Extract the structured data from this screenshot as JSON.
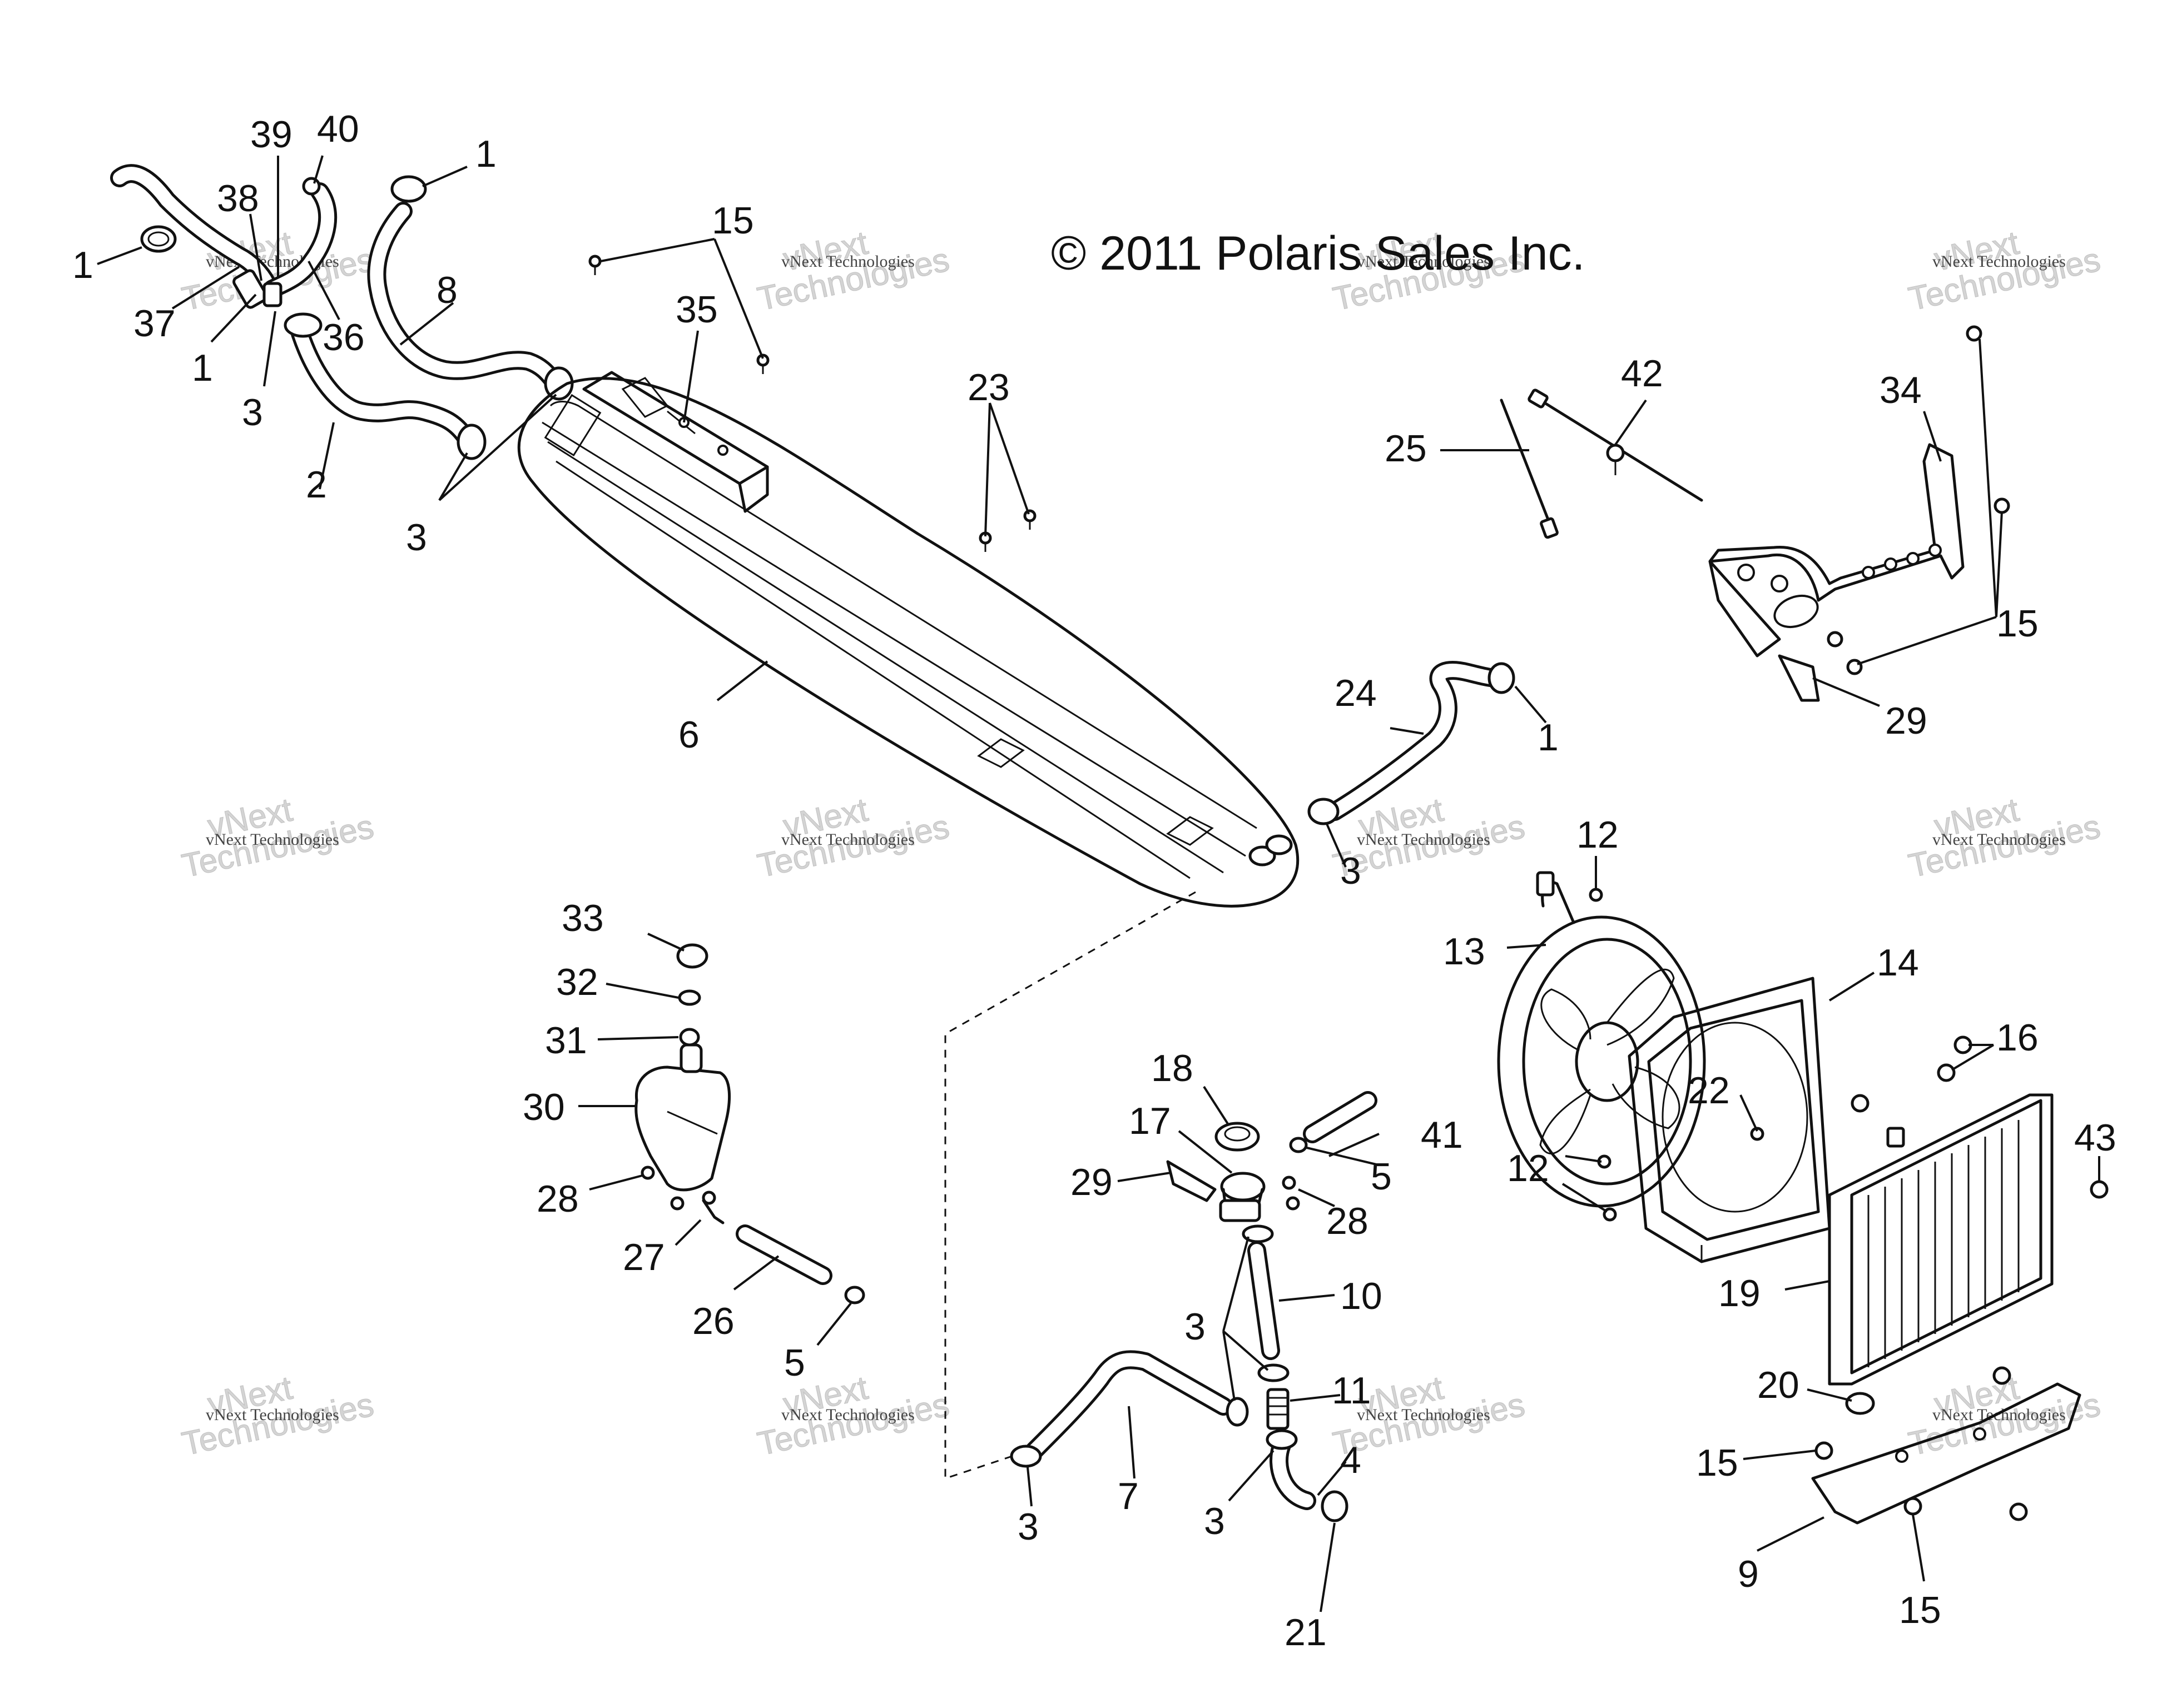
{
  "copyright": "© 2011 Polaris Sales Inc.",
  "watermark": {
    "line1": "vNext",
    "line2": "Technologies",
    "small": "vNext Technologies"
  },
  "callouts": {
    "c1a": "1",
    "c1b": "1",
    "c1c": "1",
    "c1d": "1",
    "c2": "2",
    "c3a": "3",
    "c3b": "3",
    "c3c": "3",
    "c3d": "3",
    "c3e": "3",
    "c3f": "3",
    "c4": "4",
    "c5a": "5",
    "c5b": "5",
    "c6": "6",
    "c7": "7",
    "c8": "8",
    "c9": "9",
    "c10": "10",
    "c11": "11",
    "c12a": "12",
    "c12b": "12",
    "c13": "13",
    "c14": "14",
    "c15a": "15",
    "c15b": "15",
    "c15c": "15",
    "c15d": "15",
    "c16": "16",
    "c17": "17",
    "c18": "18",
    "c19": "19",
    "c20": "20",
    "c21": "21",
    "c22": "22",
    "c23": "23",
    "c24": "24",
    "c25": "25",
    "c26": "26",
    "c27": "27",
    "c28a": "28",
    "c28b": "28",
    "c29a": "29",
    "c29b": "29",
    "c30": "30",
    "c31": "31",
    "c32": "32",
    "c33": "33",
    "c34": "34",
    "c35": "35",
    "c36": "36",
    "c37": "37",
    "c38": "38",
    "c39": "39",
    "c40": "40",
    "c41": "41",
    "c42": "42",
    "c43": "43"
  }
}
